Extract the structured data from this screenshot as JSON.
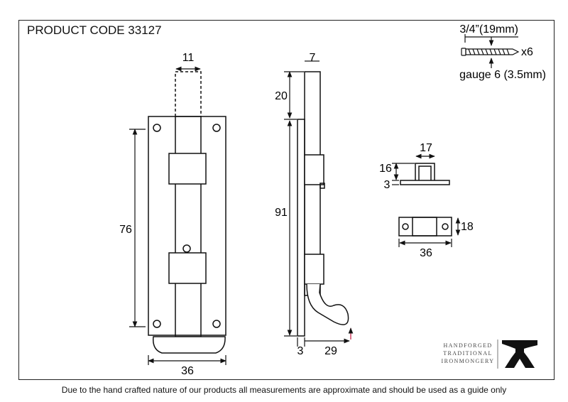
{
  "header": {
    "product_code": "PRODUCT CODE 33127"
  },
  "screw": {
    "length_label": "3/4”(19mm)",
    "quantity_label": "x6",
    "gauge_label": "gauge 6 (3.5mm)",
    "icon": "screw-icon"
  },
  "front_view": {
    "bolt_extension": "11",
    "plate_height": "76",
    "plate_width": "36"
  },
  "side_view": {
    "thickness": "7",
    "extension": "20",
    "body_length": "91",
    "plate_thickness": "3",
    "handle_projection": "29"
  },
  "keep_side": {
    "width": "17",
    "height": "16",
    "base": "3"
  },
  "keep_top": {
    "height": "18",
    "width": "36"
  },
  "logo": {
    "lines": [
      "HANDFORGED",
      "TRADITIONAL",
      "IRONMONGERY"
    ],
    "icon": "anvil-icon"
  },
  "footer": {
    "disclaimer": "Due to the hand crafted nature of our products all measurements are approximate and should be used as a guide only"
  }
}
